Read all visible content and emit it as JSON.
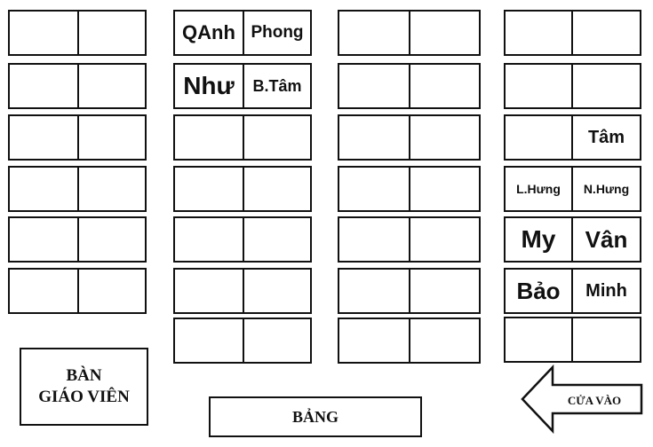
{
  "teacher_desk": {
    "line1": "BÀN",
    "line2": "GIÁO VIÊN"
  },
  "board": {
    "label": "BẢNG"
  },
  "door": {
    "label": "CỬA VÀO"
  },
  "columns": [
    {
      "rows": [
        {
          "left": "",
          "right": ""
        },
        {
          "left": "",
          "right": ""
        },
        {
          "left": "",
          "right": ""
        },
        {
          "left": "",
          "right": ""
        },
        {
          "left": "",
          "right": ""
        },
        {
          "left": "",
          "right": ""
        }
      ]
    },
    {
      "rows": [
        {
          "left": "QAnh",
          "right": "Phong"
        },
        {
          "left": "Như",
          "right": "B.Tâm"
        },
        {
          "left": "",
          "right": ""
        },
        {
          "left": "",
          "right": ""
        },
        {
          "left": "",
          "right": ""
        },
        {
          "left": "",
          "right": ""
        },
        {
          "left": "",
          "right": ""
        }
      ]
    },
    {
      "rows": [
        {
          "left": "",
          "right": ""
        },
        {
          "left": "",
          "right": ""
        },
        {
          "left": "",
          "right": ""
        },
        {
          "left": "",
          "right": ""
        },
        {
          "left": "",
          "right": ""
        },
        {
          "left": "",
          "right": ""
        },
        {
          "left": "",
          "right": ""
        }
      ]
    },
    {
      "rows": [
        {
          "left": "",
          "right": ""
        },
        {
          "left": "",
          "right": ""
        },
        {
          "left": "",
          "right": "Tâm"
        },
        {
          "left": "L.Hưng",
          "right": "N.Hưng"
        },
        {
          "left": "My",
          "right": "Vân"
        },
        {
          "left": "Bảo",
          "right": "Minh"
        },
        {
          "left": "",
          "right": ""
        }
      ]
    }
  ]
}
